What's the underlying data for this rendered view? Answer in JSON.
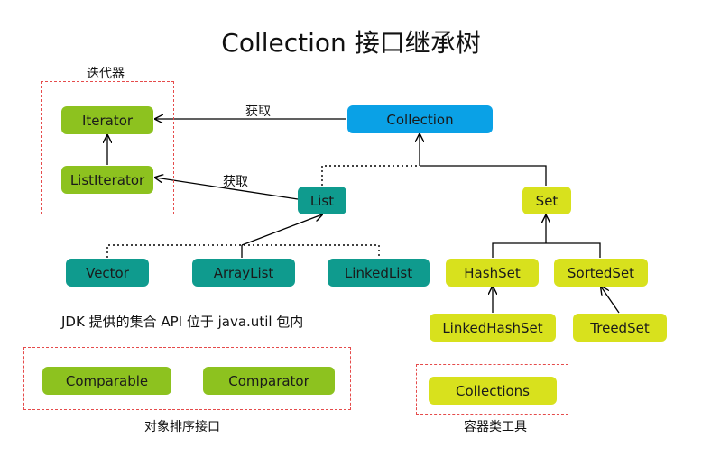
{
  "title": "Collection 接口继承树",
  "groups": {
    "iterator_label": "迭代器",
    "comparator_label": "对象排序接口",
    "collections_label": "容器类工具"
  },
  "nodes": {
    "iterator": "Iterator",
    "listiterator": "ListIterator",
    "collection": "Collection",
    "list": "List",
    "set": "Set",
    "vector": "Vector",
    "arraylist": "ArrayList",
    "linkedlist": "LinkedList",
    "hashset": "HashSet",
    "sortedset": "SortedSet",
    "linkedhashset": "LinkedHashSet",
    "treedset": "TreedSet",
    "comparable": "Comparable",
    "comparator": "Comparator",
    "collections": "Collections"
  },
  "edge_labels": {
    "get1": "获取",
    "get2": "获取"
  },
  "note": "JDK 提供的集合 API 位于 java.util 包内",
  "colors": {
    "green": "#8dc21f",
    "teal": "#0f9b8e",
    "blue": "#0aa1e6",
    "yellow": "#d8e11d",
    "dashed_border": "#e54b4b"
  }
}
